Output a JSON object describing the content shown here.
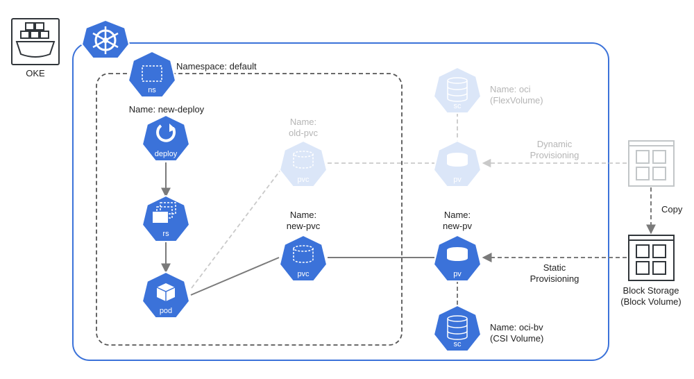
{
  "colors": {
    "node_blue": "#3b72d9",
    "node_faded": "#dbe6f8",
    "cluster_border": "#3b72d9",
    "storage_dark": "#30353a",
    "storage_faded": "#c2c6c8",
    "arrow_dark": "#7a7a7a",
    "arrow_faded": "#c9c9c9"
  },
  "oke": {
    "label": "OKE",
    "icon": "oke-cluster-icon"
  },
  "cluster": {
    "icon": "kubernetes-helm-icon"
  },
  "namespace": {
    "node_label": "ns",
    "title": "Namespace: default",
    "icon": "namespace-icon"
  },
  "deploy": {
    "node_label": "deploy",
    "title": "Name: new-deploy",
    "icon": "deploy-icon"
  },
  "rs": {
    "node_label": "rs",
    "icon": "replicaset-icon"
  },
  "pod": {
    "node_label": "pod",
    "icon": "pod-cube-icon"
  },
  "old_pvc": {
    "node_label": "pvc",
    "title_line1": "Name:",
    "title_line2": "old-pvc",
    "icon": "pvc-icon"
  },
  "new_pvc": {
    "node_label": "pvc",
    "title_line1": "Name:",
    "title_line2": "new-pvc",
    "icon": "pvc-icon"
  },
  "sc_oci": {
    "node_label": "sc",
    "title_line1": "Name: oci",
    "title_line2": "(FlexVolume)",
    "icon": "storageclass-icon"
  },
  "pv_old": {
    "node_label": "pv",
    "icon": "pv-icon"
  },
  "pv_new": {
    "node_label": "pv",
    "title_line1": "Name:",
    "title_line2": "new-pv",
    "icon": "pv-icon"
  },
  "sc_ocibv": {
    "node_label": "sc",
    "title_line1": "Name: oci-bv",
    "title_line2": "(CSI Volume)",
    "icon": "storageclass-icon"
  },
  "dynamic": {
    "line1": "Dynamic",
    "line2": "Provisioning"
  },
  "static": {
    "line1": "Static",
    "line2": "Provisioning"
  },
  "copy": {
    "label": "Copy"
  },
  "block_storage": {
    "line1": "Block Storage",
    "line2": "(Block Volume)",
    "icon": "block-storage-icon"
  },
  "block_storage_old": {
    "icon": "block-storage-icon"
  }
}
